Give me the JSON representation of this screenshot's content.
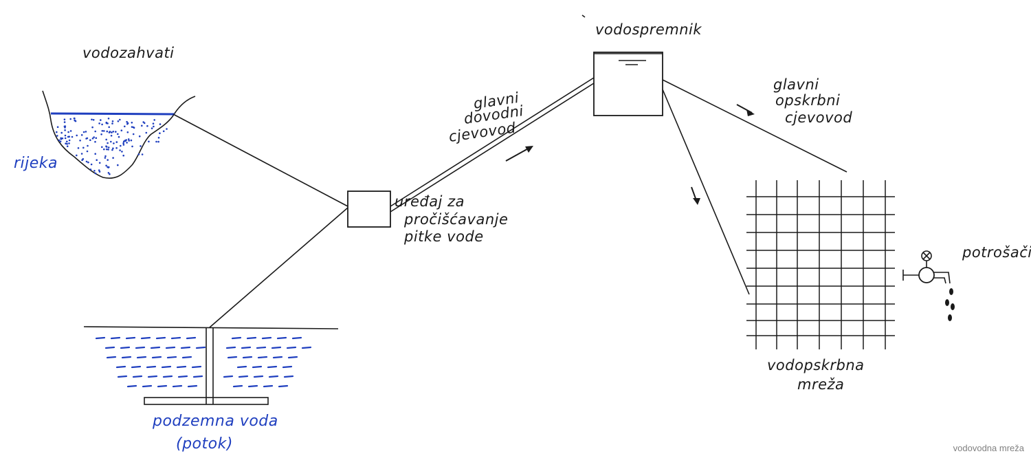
{
  "labels": {
    "intakes": "vodozahvati",
    "river": "rijeka",
    "groundwater_line1": "podzemna voda",
    "groundwater_line2": "(potok)",
    "treatment_line1": "uređaj za",
    "treatment_line2": "pročišćavanje",
    "treatment_line3": "pitke vode",
    "main_supply_pipe_line1": "glavni",
    "main_supply_pipe_line2": "dovodni",
    "main_supply_pipe_line3": "cjevovod",
    "reservoir": "vodospremnik",
    "main_distribution_pipe_line1": "glavni",
    "main_distribution_pipe_line2": "opskrbni",
    "main_distribution_pipe_line3": "cjevovod",
    "network_line1": "vodopskrbna",
    "network_line2": "mreža",
    "consumers": "potrošači"
  },
  "caption": "vodovodna mreža",
  "colors": {
    "ink": "#1a1a1a",
    "blue_ink": "#1f3fbf",
    "caption": "#808080"
  },
  "icons": [
    "faucet-icon",
    "flow-arrow-icon"
  ]
}
